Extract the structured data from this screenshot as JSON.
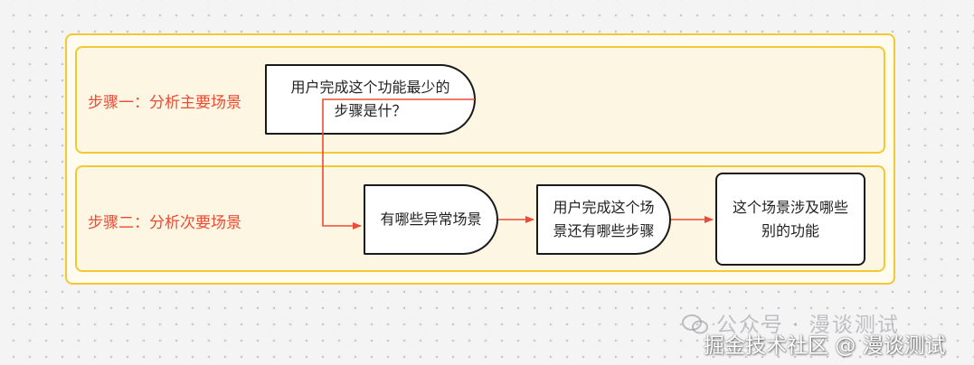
{
  "swimlanes": [
    {
      "label": "步骤一：分析主要场景"
    },
    {
      "label": "步骤二：分析次要场景"
    }
  ],
  "nodes": [
    {
      "line1": "用户完成这个功能最少的",
      "line2": "步骤是什？"
    },
    {
      "line1": "有哪些异常场景"
    },
    {
      "line1": "用户完成这个场",
      "line2": "景还有哪些步骤"
    },
    {
      "line1": "这个场景涉及哪些",
      "line2": "别的功能"
    }
  ],
  "colors": {
    "lane_border": "#f2c933",
    "lane_fill": "#fdf6e2",
    "label_text": "#ec4b35",
    "arrow": "#ec4b35",
    "node_border": "#1a1a1a"
  },
  "watermarks": {
    "wechat_icon": "wechat-icon",
    "wechat": "公众号 · 漫谈测试",
    "juejin": "掘金技术社区 @ 漫谈测试"
  }
}
